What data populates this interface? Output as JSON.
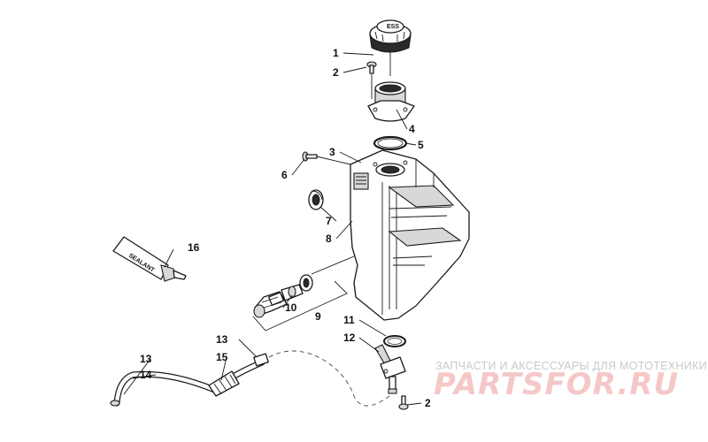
{
  "diagram": {
    "callouts": {
      "c1": "1",
      "c2a": "2",
      "c3": "3",
      "c4": "4",
      "c5": "5",
      "c6": "6",
      "c7": "7",
      "c8": "8",
      "c9": "9",
      "c10": "10",
      "c11": "11",
      "c12": "12",
      "c13a": "13",
      "c13b": "13",
      "c14": "14",
      "c15": "15",
      "c16": "16",
      "c2b": "2"
    },
    "sealant_label": "SEALANT",
    "cap_label": "ESS"
  },
  "watermark": {
    "subtitle": "ЗАПЧАСТИ И АКСЕССУАРЫ ДЛЯ МОТОТЕХНИКИ",
    "logo": "PARTSFOR.RU"
  }
}
